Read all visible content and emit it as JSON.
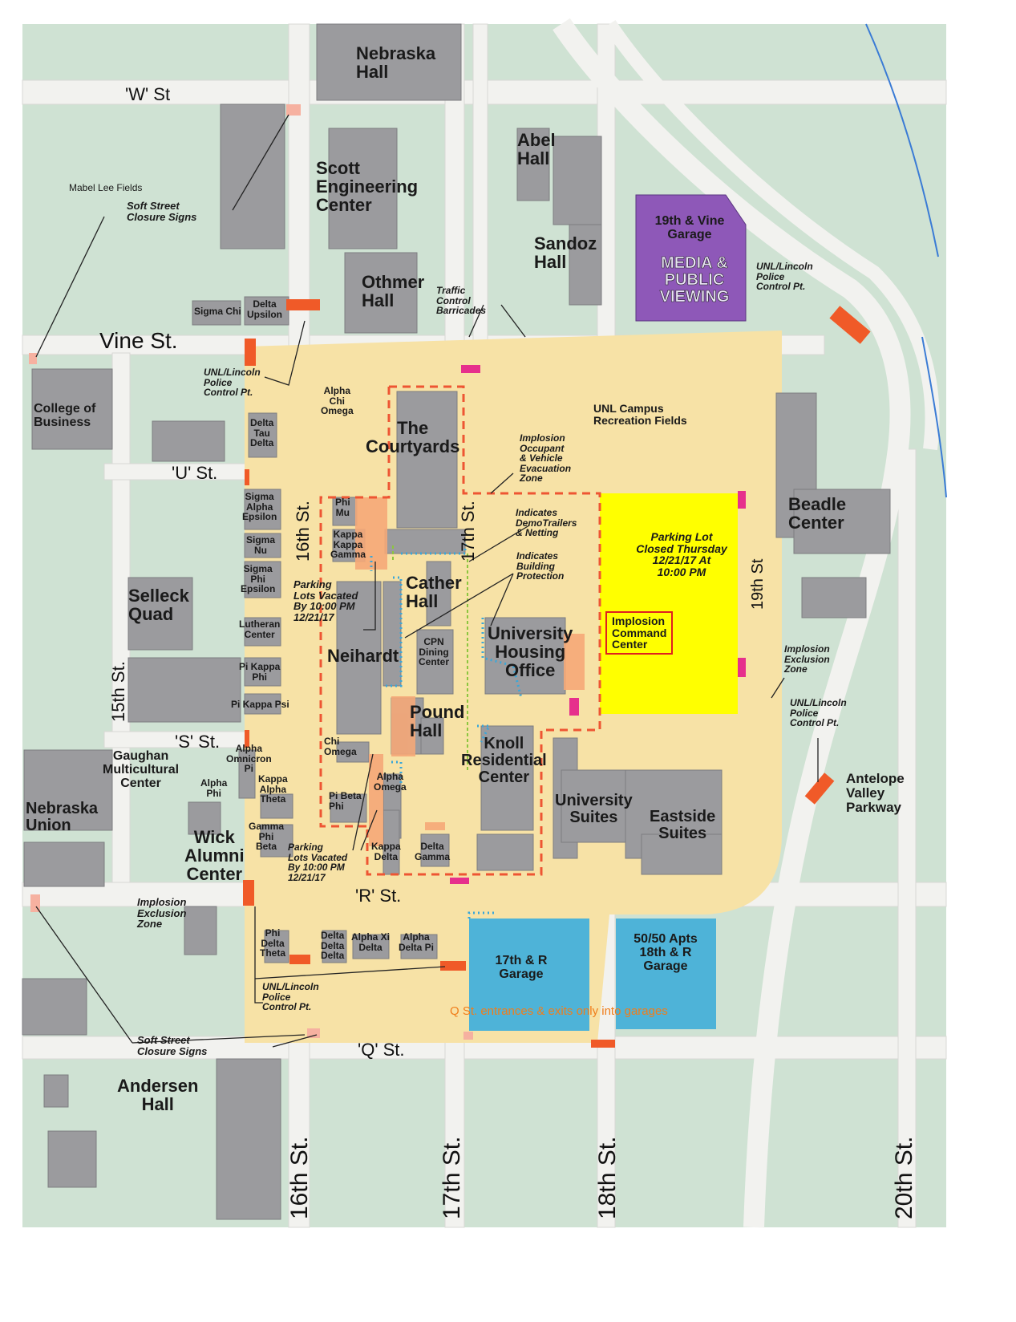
{
  "colors": {
    "grass": "#cfe2d3",
    "road": "#f2f2ef",
    "campus_zone": "#f7e2a6",
    "building": "#9b9b9e",
    "media_garage": "#8e58b8",
    "closed_lot": "#ffff00",
    "garage": "#4eb3d8",
    "control_point": "#f05a28",
    "evacuation_zone": "#ee5533",
    "building_protection": "#3aa7d9",
    "demo_trailers": "#8cc63f",
    "closure_sign": "#f6b1a0",
    "marker": "#e6308c",
    "q_st_note": "#f07d1a"
  },
  "streets": {
    "w_st": "'W' St",
    "vine_st": "Vine St.",
    "u_st": "'U' St.",
    "s_st": "'S' St.",
    "r_st": "'R' St.",
    "q_st": "'Q' St.",
    "st_15": "15th St.",
    "st_16": "16th St.",
    "st_17": "17th St.",
    "st_19": "19th St",
    "st_16_bottom": "16th St.",
    "st_17_bottom": "17th St.",
    "st_18_bottom": "18th St.",
    "st_20": "20th St.",
    "antelope": "Antelope\nValley\nParkway"
  },
  "buildings": {
    "nebraska_hall": "Nebraska\nHall",
    "scott": "Scott\nEngineering\nCenter",
    "abel": "Abel\nHall",
    "sandoz": "Sandoz\nHall",
    "othmer": "Othmer\nHall",
    "garage_19_vine": "19th & Vine\nGarage",
    "media": "MEDIA &\nPUBLIC\nVIEWING",
    "mabel_lee": "Mabel Lee Fields",
    "sigma_chi": "Sigma Chi",
    "delta_upsilon": "Delta\nUpsilon",
    "college_business": "College of\nBusiness",
    "alpha_chi_omega": "Alpha\nChi\nOmega",
    "courtyards": "The\nCourtyards",
    "rec_fields": "UNL Campus\nRecreation Fields",
    "delta_tau_delta": "Delta\nTau\nDelta",
    "beadle": "Beadle\nCenter",
    "sigma_alpha_epsilon": "Sigma\nAlpha\nEpsilon",
    "sigma_nu": "Sigma\nNu",
    "sigma_phi_epsilon": "Sigma\nPhi\nEpsilon",
    "phi_mu": "Phi\nMu",
    "kappa_kappa_gamma": "Kappa\nKappa\nGamma",
    "cather": "Cather\nHall",
    "selleck": "Selleck\nQuad",
    "lutheran": "Lutheran\nCenter",
    "neihardt": "Neihardt",
    "cpn": "CPN\nDining\nCenter",
    "housing": "University\nHousing\nOffice",
    "pi_kappa_phi": "Pi Kappa\nPhi",
    "pi_kappa_psi": "Pi Kappa Psi",
    "pound": "Pound\nHall",
    "chi_omega": "Chi\nOmega",
    "knoll": "Knoll\nResidential\nCenter",
    "gaughan": "Gaughan\nMulticultural\nCenter",
    "alpha_omicron_pi": "Alpha\nOmnicron\nPi",
    "alpha_phi": "Alpha\nPhi",
    "kappa_alpha_theta": "Kappa\nAlpha\nTheta",
    "alpha_omega": "Alpha\nOmega",
    "pi_beta_phi": "Pi Beta\nPhi",
    "university_suites": "University\nSuites",
    "eastside_suites": "Eastside\nSuites",
    "nebraska_union": "Nebraska\nUnion",
    "wick": "Wick\nAlumni\nCenter",
    "gamma_phi_beta": "Gamma\nPhi\nBeta",
    "kappa_delta": "Kappa\nDelta",
    "delta_gamma": "Delta\nGamma",
    "phi_delta_theta": "Phi\nDelta\nTheta",
    "delta_delta_delta": "Delta\nDelta\nDelta",
    "alpha_xi_delta": "Alpha Xi\nDelta",
    "alpha_delta_pi": "Alpha\nDelta Pi",
    "garage_17_r": "17th & R\nGarage",
    "garage_18_r": "50/50 Apts\n18th & R\nGarage",
    "andersen": "Andersen\nHall"
  },
  "annotations": {
    "soft_closure_top": "Soft Street\nClosure Signs",
    "soft_closure_bottom": "Soft Street\nClosure Signs",
    "traffic_barricades": "Traffic\nControl\nBarricades",
    "police_vine_east": "UNL/Lincoln\nPolice\nControl Pt.",
    "police_vine_west": "UNL/Lincoln\nPolice\nControl Pt.",
    "police_antelope": "UNL/Lincoln\nPolice\nControl Pt.",
    "police_r_st": "UNL/Lincoln\nPolice\nControl Pt.",
    "evacuation_zone": "Implosion\nOccupant\n& Vehicle\nEvacuation\nZone",
    "demo_trailers": "Indicates\nDemoTrailers\n& Netting",
    "building_protection": "Indicates\nBuilding\nProtection",
    "parking_vacated_1": "Parking\nLots Vacated\nBy 10:00 PM\n12/21/17",
    "parking_vacated_2": "Parking\nLots Vacated\nBy 10:00 PM\n12/21/17",
    "parking_closed": "Parking Lot\nClosed Thursday\n12/21/17 At\n10:00 PM",
    "command_center": "Implosion\nCommand\nCenter",
    "exclusion_east": "Implosion\nExclusion\nZone",
    "exclusion_west": "Implosion\nExclusion\nZone",
    "q_st_note": "Q St. entrances & exits only into garages"
  }
}
